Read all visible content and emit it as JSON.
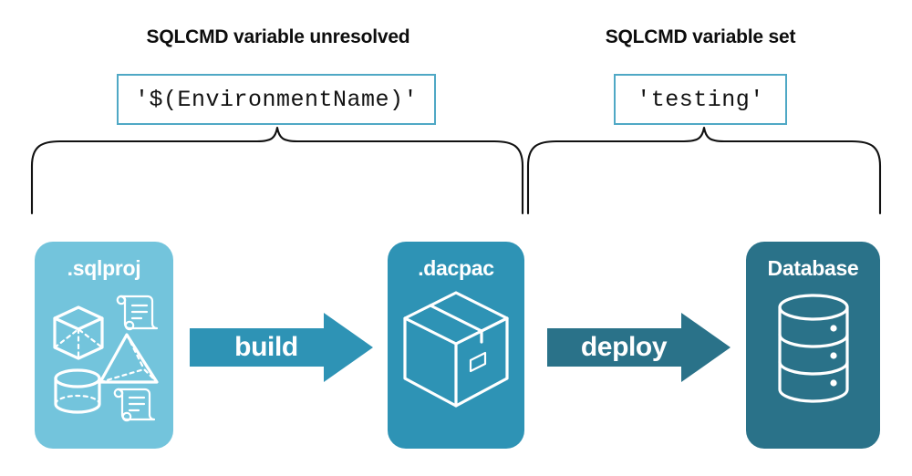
{
  "diagram": {
    "title_left": "SQLCMD variable unresolved",
    "title_right": "SQLCMD variable set",
    "value_left": "'$(EnvironmentName)'",
    "value_right": "'testing'",
    "stages": [
      {
        "label": ".sqlproj",
        "icon": "project-shapes-and-scripts-icon",
        "color": "#73C4DC"
      },
      {
        "label": ".dacpac",
        "icon": "package-box-icon",
        "color": "#2E93B5"
      },
      {
        "label": "Database",
        "icon": "database-cylinder-icon",
        "color": "#2A7289"
      }
    ],
    "arrows": [
      {
        "label": "build",
        "icon": "right-block-arrow-icon",
        "color": "#2E93B5"
      },
      {
        "label": "deploy",
        "icon": "right-block-arrow-icon",
        "color": "#2A7289"
      }
    ],
    "braces": [
      {
        "name": "left-brace",
        "icon": "curly-brace-up-icon"
      },
      {
        "name": "right-brace",
        "icon": "curly-brace-up-icon"
      }
    ],
    "colors": {
      "box_border": "#4FA8C5",
      "light_blue": "#73C4DC",
      "mid_teal": "#2E93B5",
      "dark_teal": "#2A7289",
      "text": "#0d0d0d",
      "background": "#ffffff"
    }
  }
}
